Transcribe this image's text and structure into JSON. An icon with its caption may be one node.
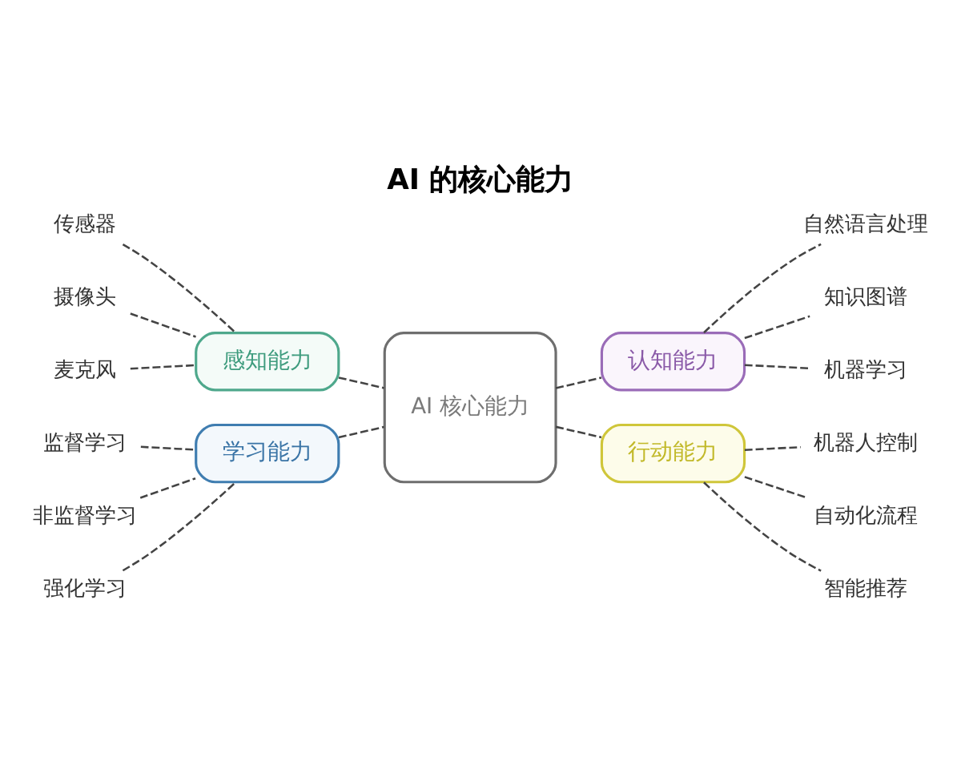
{
  "diagram": {
    "title": "AI 的核心能力",
    "nodes": [
      {
        "text": [
          "感知能力"
        ]
      },
      {
        "text": [
          "传感器"
        ]
      },
      {
        "text": [
          "摄像头"
        ]
      },
      {
        "text": [
          "麦克风"
        ]
      },
      {
        "text": [
          "认知能力"
        ]
      },
      {
        "text": [
          "自然语言处理"
        ]
      },
      {
        "text": [
          "知识图谱"
        ]
      },
      {
        "text": [
          "机器学习"
        ]
      },
      {
        "text": [
          "AI 核心能力"
        ]
      },
      {
        "text": [
          "学习能力"
        ]
      },
      {
        "text": [
          "监督学习"
        ]
      },
      {
        "text": [
          "非监督学习"
        ]
      },
      {
        "text": [
          "强化学习"
        ]
      },
      {
        "text": [
          "行动能力"
        ]
      },
      {
        "text": [
          "机器人控制"
        ]
      },
      {
        "text": [
          "自动化流程"
        ]
      },
      {
        "text": [
          "智能推荐"
        ]
      }
    ],
    "edges": [
      {
        "from": 0,
        "to": 8,
        "arrow": "none",
        "style": "dashed"
      },
      {
        "from": 8,
        "to": 4,
        "arrow": "none",
        "style": "dashed"
      },
      {
        "from": 9,
        "to": 8,
        "arrow": "none",
        "style": "dashed"
      },
      {
        "from": 8,
        "to": 13,
        "arrow": "none",
        "style": "dashed"
      },
      {
        "from": 1,
        "to": 0,
        "arrow": "none",
        "style": "dashed"
      },
      {
        "from": 2,
        "to": 0,
        "arrow": "none",
        "style": "dashed"
      },
      {
        "from": 3,
        "to": 0,
        "arrow": "none",
        "style": "dashed"
      },
      {
        "from": 4,
        "to": 5,
        "arrow": "none",
        "style": "dashed"
      },
      {
        "from": 4,
        "to": 6,
        "arrow": "none",
        "style": "dashed"
      },
      {
        "from": 4,
        "to": 7,
        "arrow": "none",
        "style": "dashed"
      },
      {
        "from": 10,
        "to": 9,
        "arrow": "none",
        "style": "dashed"
      },
      {
        "from": 11,
        "to": 9,
        "arrow": "none",
        "style": "dashed"
      },
      {
        "from": 12,
        "to": 9,
        "arrow": "none",
        "style": "dashed"
      },
      {
        "from": 13,
        "to": 14,
        "arrow": "none",
        "style": "dashed"
      },
      {
        "from": 13,
        "to": 15,
        "arrow": "none",
        "style": "dashed"
      },
      {
        "from": 13,
        "to": 16,
        "arrow": "none",
        "style": "dashed"
      }
    ]
  }
}
